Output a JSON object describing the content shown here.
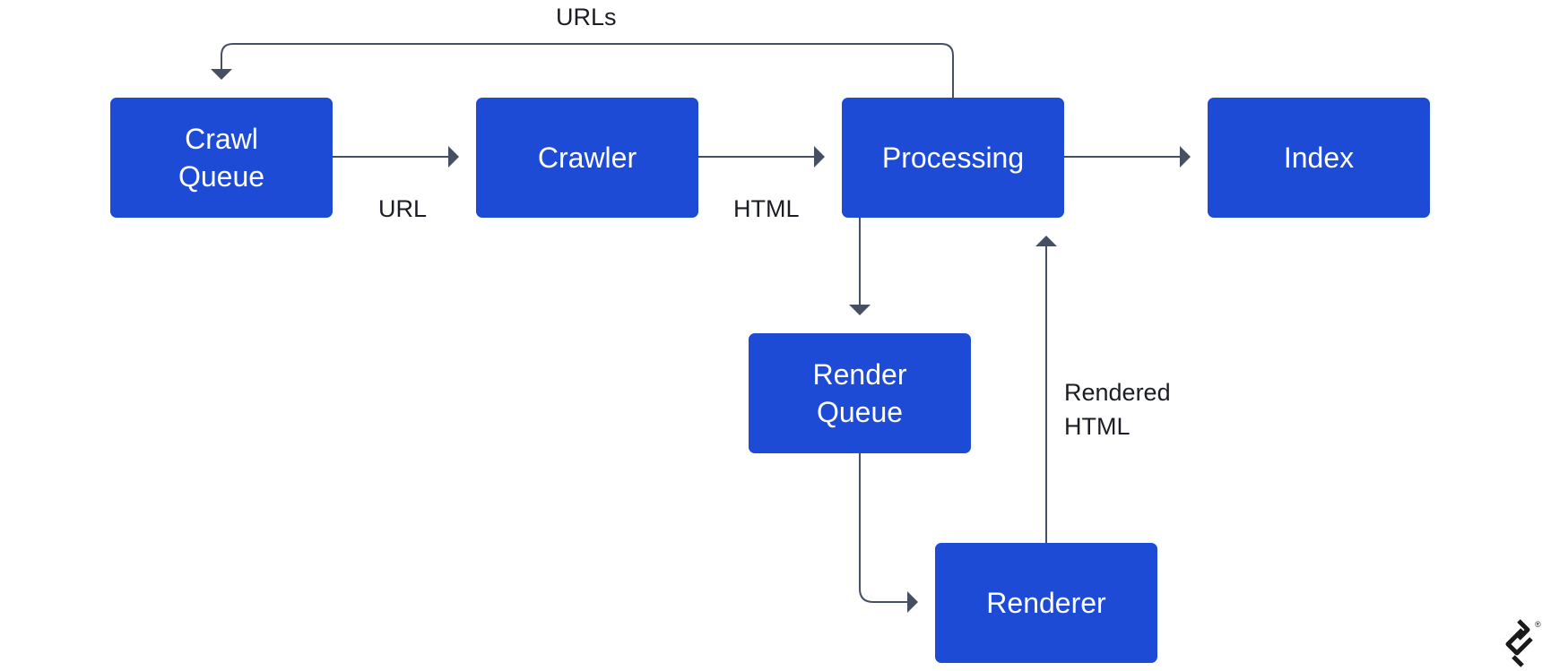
{
  "colors": {
    "node_fill": "#1d4bd6",
    "arrow": "#474f63",
    "label_text": "#1b1d24",
    "logo": "#1a1a1a"
  },
  "nodes": {
    "crawl_queue": "Crawl\nQueue",
    "crawler": "Crawler",
    "processing": "Processing",
    "index": "Index",
    "render_queue": "Render\nQueue",
    "renderer": "Renderer"
  },
  "edges": {
    "urls": "URLs",
    "url": "URL",
    "html": "HTML",
    "rendered_html": "Rendered\nHTML"
  },
  "logo": {
    "icon": "toptal-logo-icon",
    "registered_mark": "®"
  }
}
